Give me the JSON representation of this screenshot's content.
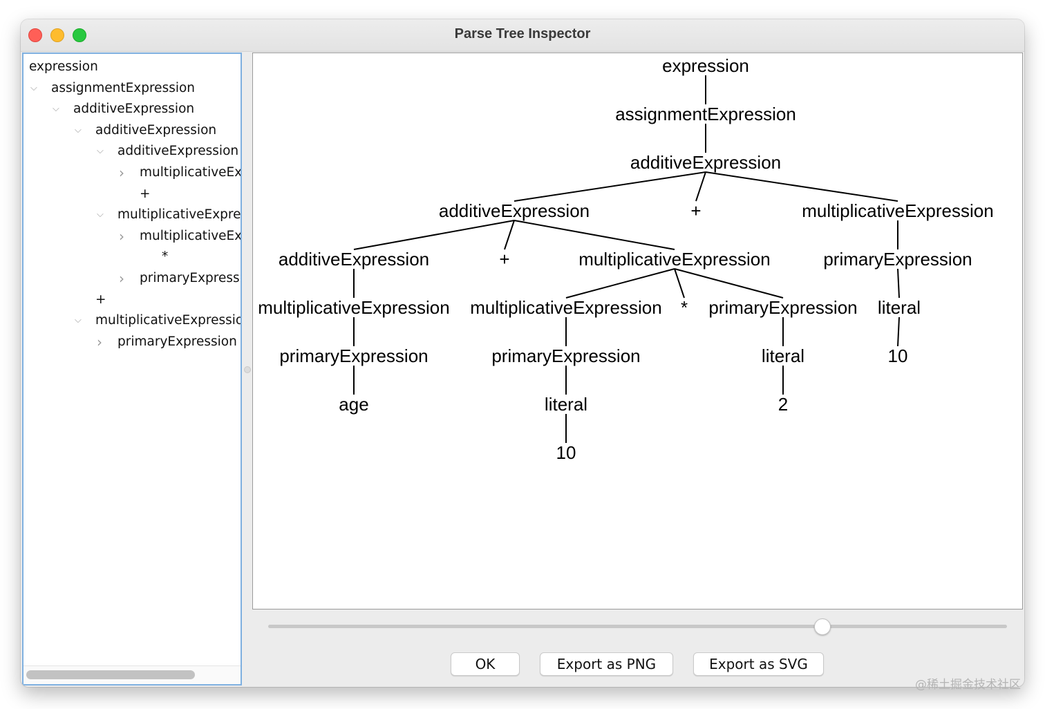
{
  "window": {
    "title": "Parse Tree Inspector"
  },
  "tree_panel": {
    "rows": [
      {
        "label": "expression",
        "chevron": ""
      },
      {
        "label": "assignmentExpression",
        "chevron": "down"
      },
      {
        "label": "additiveExpression",
        "chevron": "down"
      },
      {
        "label": "additiveExpression",
        "chevron": "down"
      },
      {
        "label": "additiveExpression",
        "chevron": "down"
      },
      {
        "label": "multiplicativeEx",
        "chevron": "right"
      },
      {
        "label": "+",
        "chevron": ""
      },
      {
        "label": "multiplicativeExpre",
        "chevron": "down"
      },
      {
        "label": "multiplicativeEx",
        "chevron": "right"
      },
      {
        "label": "*",
        "chevron": ""
      },
      {
        "label": "primaryExpress",
        "chevron": "right"
      },
      {
        "label": "+",
        "chevron": ""
      },
      {
        "label": "multiplicativeExpressio",
        "chevron": "down"
      },
      {
        "label": "primaryExpression",
        "chevron": "right"
      }
    ]
  },
  "parse_tree": {
    "nodes": [
      "expression",
      "assignmentExpression",
      "additiveExpression",
      "additiveExpression",
      "+",
      "multiplicativeExpression",
      "additiveExpression",
      "+",
      "multiplicativeExpression",
      "primaryExpression",
      "multiplicativeExpression",
      "multiplicativeExpression",
      "*",
      "primaryExpression",
      "literal",
      "primaryExpression",
      "primaryExpression",
      "literal",
      "10",
      "age",
      "literal",
      "2",
      "10"
    ]
  },
  "zoom_slider": {
    "value_fraction": 0.75
  },
  "buttons": {
    "ok": "OK",
    "export_png": "Export as PNG",
    "export_svg": "Export as SVG"
  },
  "watermark": "@稀土掘金技术社区"
}
